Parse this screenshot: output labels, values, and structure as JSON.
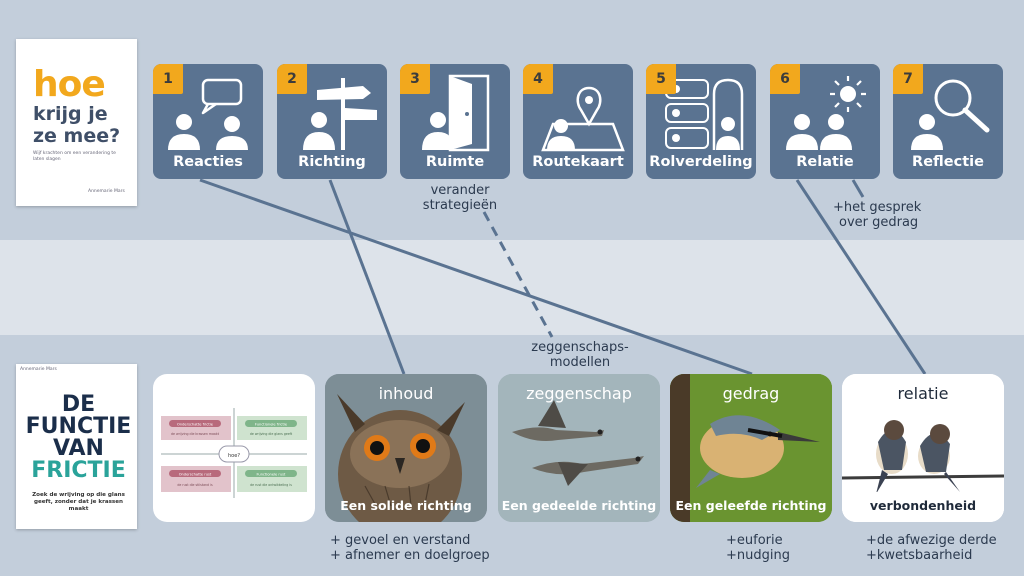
{
  "book_top": {
    "line1": "hoe",
    "line2": "krijg je",
    "line3": "ze mee?",
    "subtitle": "Wijf krachten om een verandering te laten slagen",
    "author": "Annemarie Mars"
  },
  "book_bottom": {
    "author": "Annemarie Mars",
    "line1": "DE",
    "line2": "FUNCTIE",
    "line3": "VAN",
    "line4": "FRICTIE",
    "subtitle": "Zoek de wrijving op die glans geeft, zonder dat je krassen maakt"
  },
  "steps": [
    {
      "num": "1",
      "label": "Reacties",
      "icon": "speech-bubble-people-icon"
    },
    {
      "num": "2",
      "label": "Richting",
      "icon": "signpost-person-icon"
    },
    {
      "num": "3",
      "label": "Ruimte",
      "icon": "open-door-person-icon"
    },
    {
      "num": "4",
      "label": "Routekaart",
      "icon": "map-pin-icon"
    },
    {
      "num": "5",
      "label": "Rolverdeling",
      "icon": "role-cards-icon"
    },
    {
      "num": "6",
      "label": "Relatie",
      "icon": "sun-people-icon"
    },
    {
      "num": "7",
      "label": "Reflectie",
      "icon": "magnifier-person-icon"
    }
  ],
  "notes": {
    "strategies_line1": "verander",
    "strategies_line2": "strategieën",
    "conversation_line1": "+het gesprek",
    "conversation_line2": "over gedrag",
    "ownership_line1": "zeggenschaps-",
    "ownership_line2": "modellen",
    "content_line1": "+ gevoel en verstand",
    "content_line2": "+ afnemer en doelgroep",
    "behaviour_line1": "+euforie",
    "behaviour_line2": "+nudging",
    "relation_line1": "+de afwezige derde",
    "relation_line2": "+kwetsbaarheid"
  },
  "matrix": {
    "center_label": "hoe?",
    "q1": "Onderschatte frictie",
    "q2": "Functionele frictie",
    "q3": "Onderschatte rust",
    "q4": "Functionele rust",
    "q1_sub": "de wrijving die krassen maakt",
    "q2_sub": "de wrijving die glans geeft",
    "q3_sub": "de rust die stilstand is",
    "q4_sub": "de rust die ontwikkeling is"
  },
  "cards": [
    {
      "title": "inhoud",
      "caption": "Een solide richting",
      "picture": "owl"
    },
    {
      "title": "zeggenschap",
      "caption": "Een gedeelde richting",
      "picture": "geese"
    },
    {
      "title": "gedrag",
      "caption": "Een geleefde richting",
      "picture": "nuthatch"
    },
    {
      "title": "relatie",
      "caption": "verbondenheid",
      "picture": "swallows"
    }
  ],
  "colors": {
    "tile": "#5a7391",
    "number_badge": "#f2a81d",
    "connector": "#5a7391"
  }
}
